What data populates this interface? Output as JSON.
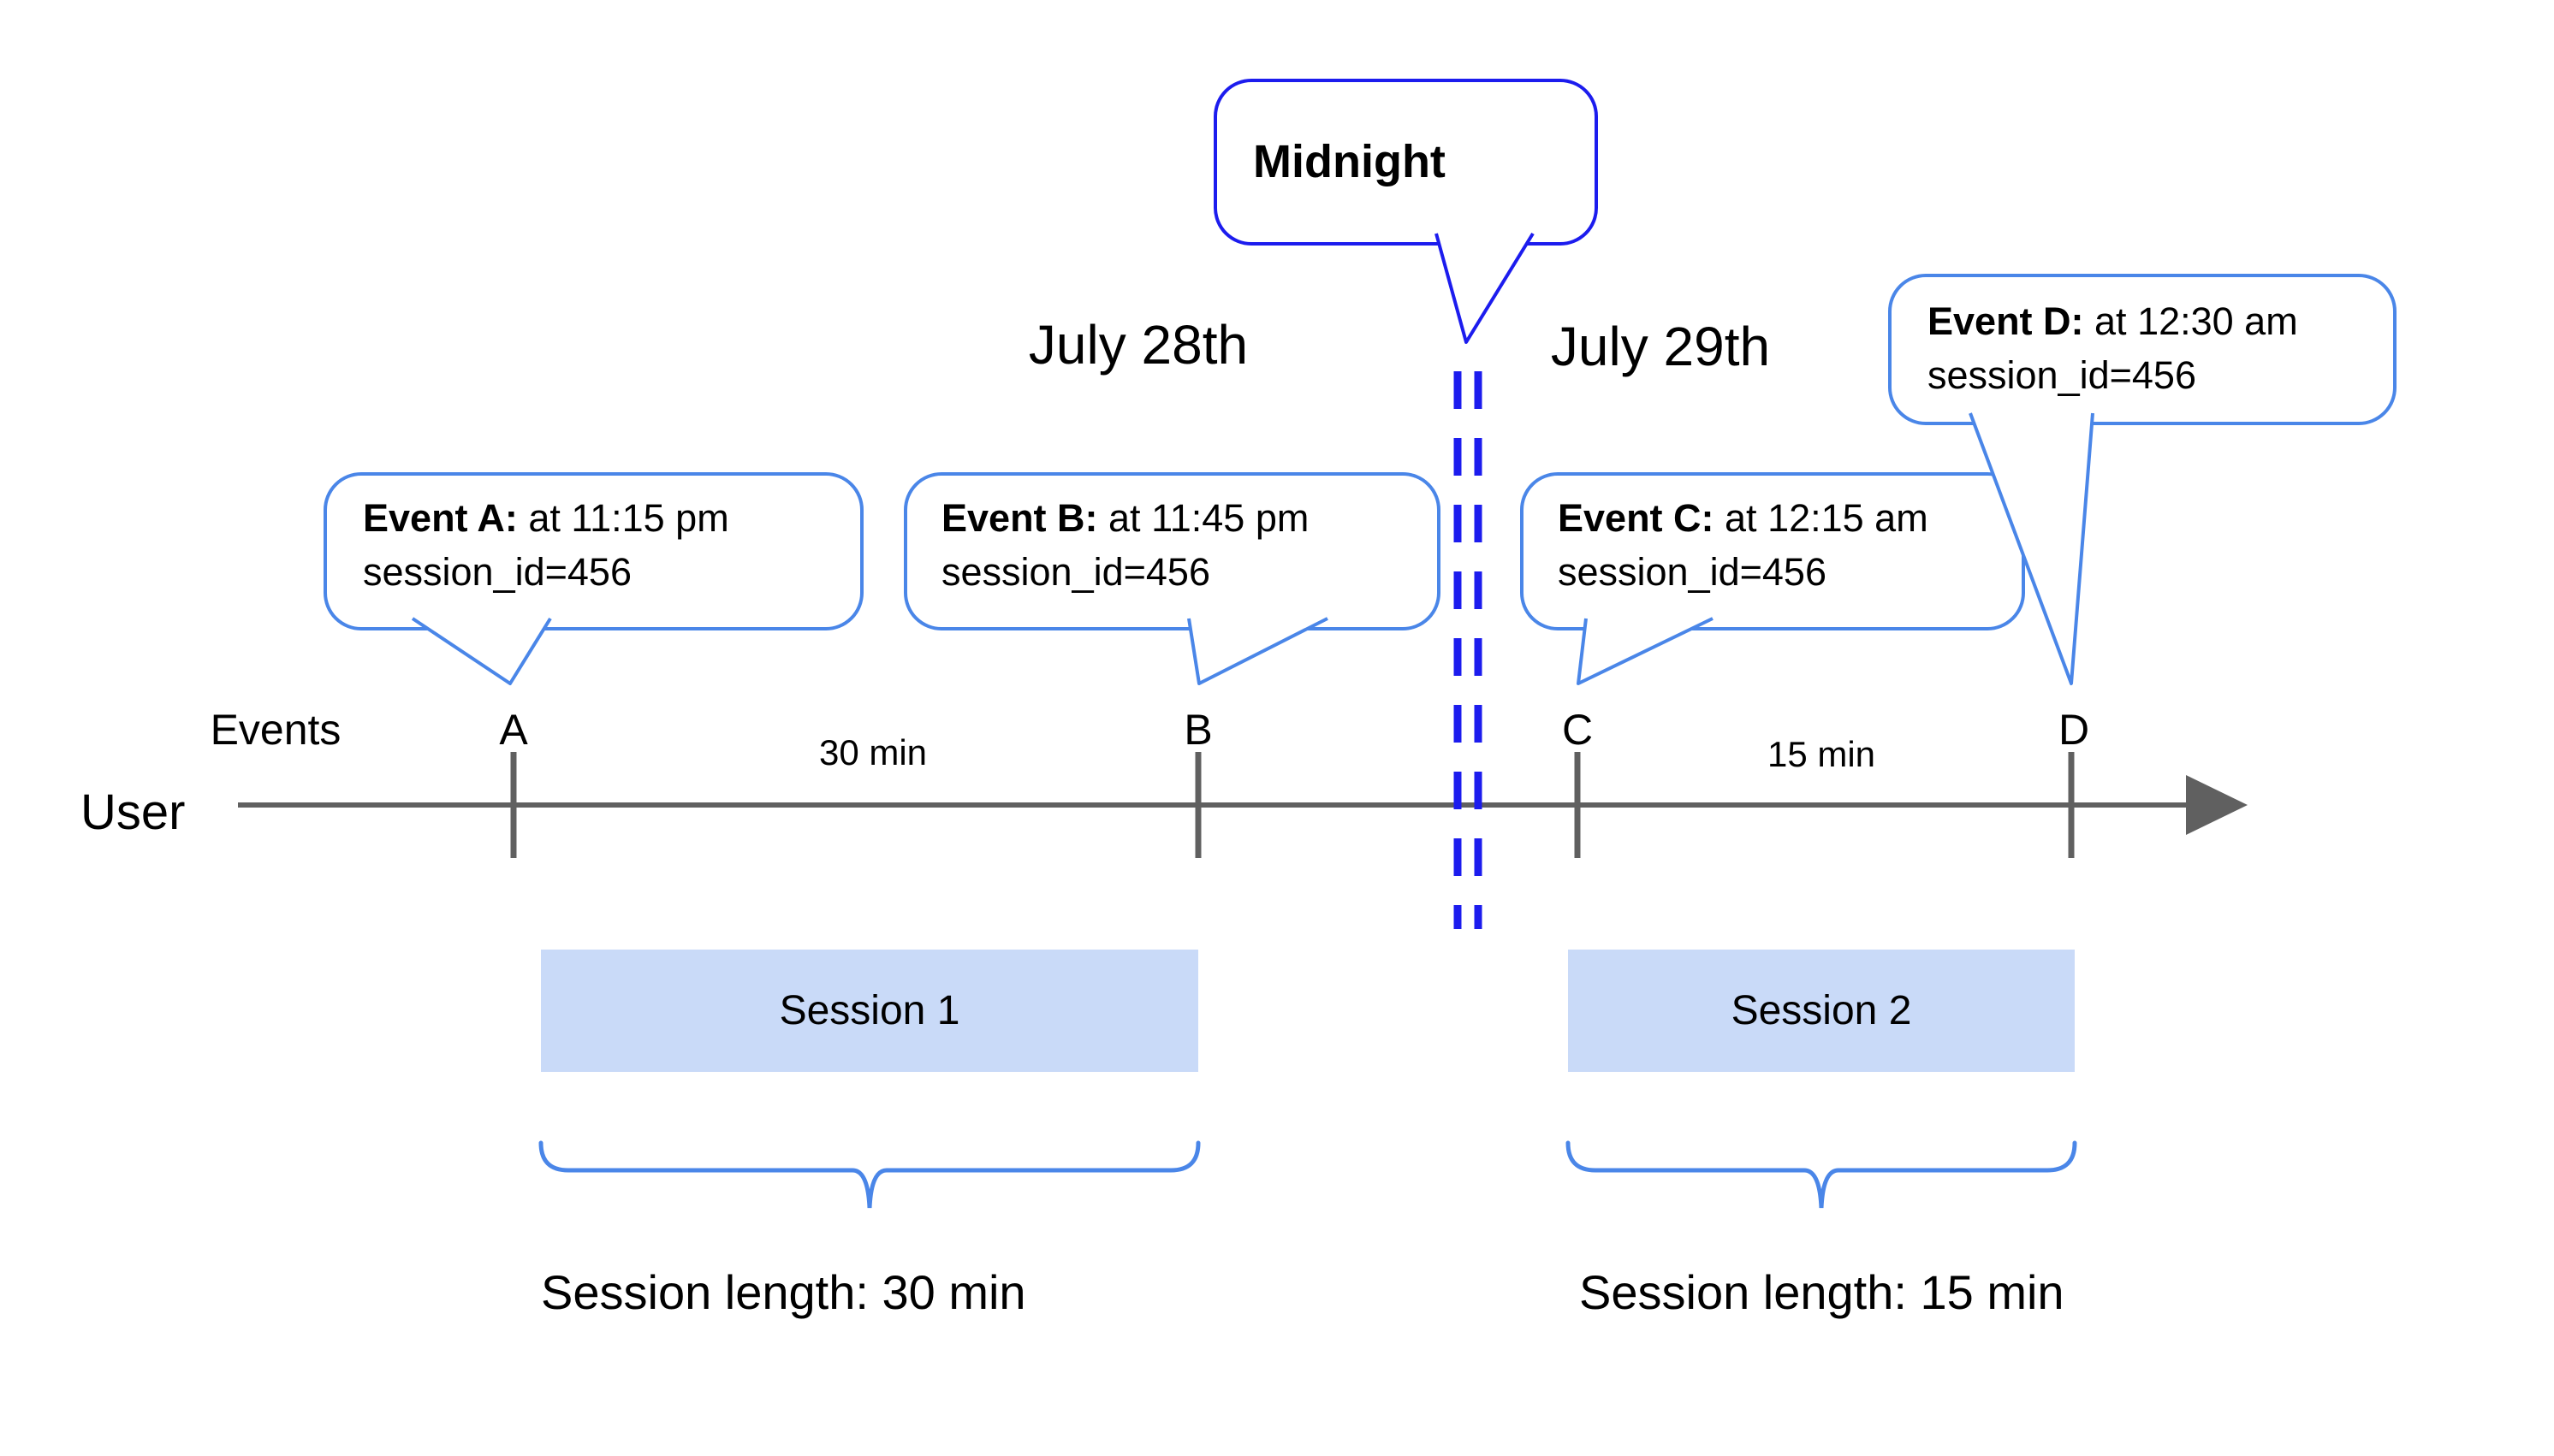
{
  "diagram": {
    "dates": {
      "left": "July 28th",
      "right": "July 29th"
    },
    "midnight": {
      "label": "Midnight"
    },
    "axis": {
      "events_label": "Events",
      "user_label": "User"
    },
    "events": [
      {
        "tick": "A",
        "title_bold": "Event A:",
        "title_rest": " at 11:15 pm",
        "detail": "session_id=456"
      },
      {
        "tick": "B",
        "title_bold": "Event B:",
        "title_rest": " at 11:45 pm",
        "detail": "session_id=456"
      },
      {
        "tick": "C",
        "title_bold": "Event C:",
        "title_rest": " at 12:15 am",
        "detail": "session_id=456"
      },
      {
        "tick": "D",
        "title_bold": "Event D:",
        "title_rest": " at 12:30 am",
        "detail": "session_id=456"
      }
    ],
    "intervals": [
      {
        "label": "30 min"
      },
      {
        "label": "15 min"
      }
    ],
    "sessions": [
      {
        "label": "Session 1",
        "length": "Session length: 30 min"
      },
      {
        "label": "Session 2",
        "length": "Session length: 15 min"
      }
    ],
    "colors": {
      "callout_border": "#4a86e8",
      "midnight_border": "#1c1cee",
      "dashed_line": "#1c1cee",
      "session_fill": "#c9daf8",
      "brace": "#4a86e8",
      "axis_gray": "#606060",
      "text": "#000000"
    }
  }
}
